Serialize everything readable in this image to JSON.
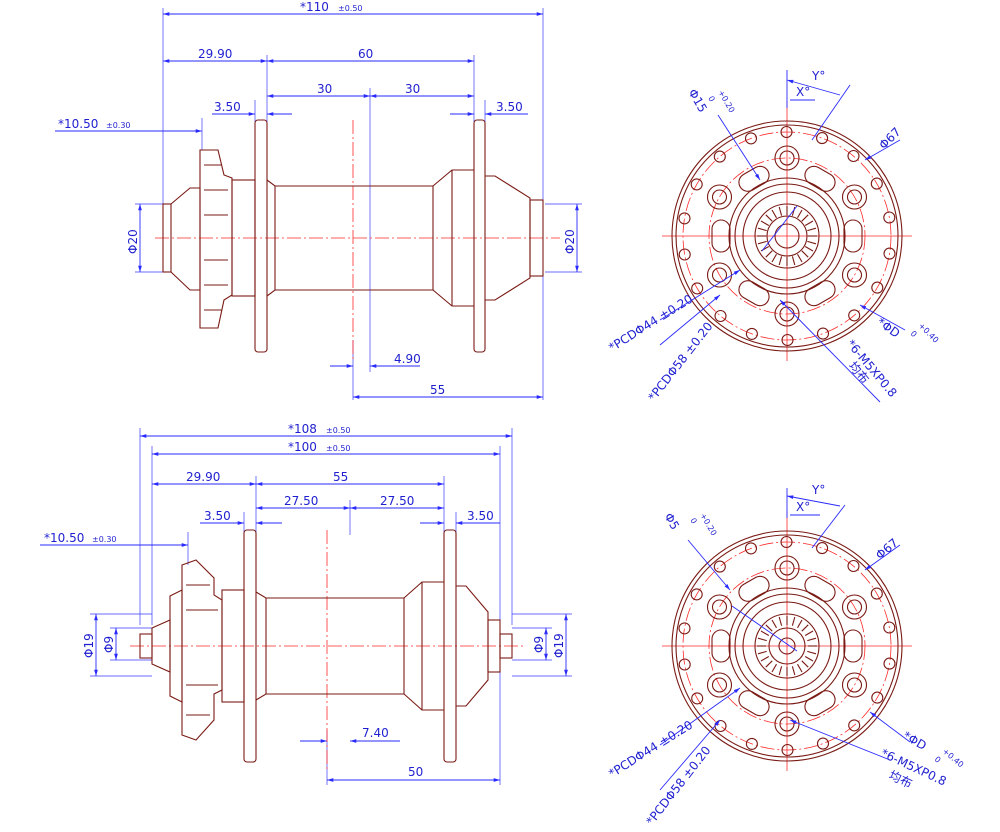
{
  "front_hub": {
    "overall": "*110",
    "overall_tol": "±0.50",
    "flange_offset": "29.90",
    "flange_spacing": "60",
    "half_left": "30",
    "half_right": "30",
    "flange_thk_left": "3.50",
    "flange_thk_right": "3.50",
    "disc_offset": "*10.50",
    "disc_offset_tol": "±0.30",
    "end_dia_left": "Φ20",
    "end_dia_right": "Φ20",
    "center_offset": "4.90",
    "half_length": "55"
  },
  "rear_hub": {
    "overall": "*108",
    "overall_tol": "±0.50",
    "inner": "*100",
    "inner_tol": "±0.50",
    "flange_offset": "29.90",
    "flange_spacing": "55",
    "half_left": "27.50",
    "half_right": "27.50",
    "flange_thk_left": "3.50",
    "flange_thk_right": "3.50",
    "disc_offset": "*10.50",
    "disc_offset_tol": "±0.30",
    "end_dia_outer_left": "Φ19",
    "end_dia_inner_left": "Φ9",
    "end_dia_inner_right": "Φ9",
    "end_dia_outer_right": "Φ19",
    "center_offset": "7.40",
    "half_length": "50"
  },
  "front_flange": {
    "angle_y": "Y°",
    "angle_x": "X°",
    "hole_dia": "Φ15",
    "hole_tol_plus": "+0.20",
    "hole_tol_zero": "0",
    "outer_dia": "Φ67",
    "pcd_44": "*PCDΦ44 ±0.20",
    "pcd_58": "*PCDΦ58 ±0.20",
    "spoke_hole": "*ΦD",
    "spoke_tol_plus": "+0.40",
    "spoke_tol_zero": "0",
    "bolt_spec": "*6-M5XP0.8",
    "bolt_note": "均布"
  },
  "rear_flange": {
    "angle_y": "Y°",
    "angle_x": "X°",
    "hole_dia": "Φ5",
    "hole_tol_plus": "+0.20",
    "hole_tol_zero": "0",
    "outer_dia": "Φ67",
    "pcd_44": "*PCDΦ44 ±0.20",
    "pcd_58": "*PCDΦ58 ±0.20",
    "spoke_hole": "*ΦD",
    "spoke_tol_plus": "+0.40",
    "spoke_tol_zero": "0",
    "bolt_spec": "*6-M5XP0.8",
    "bolt_note": "均布"
  }
}
